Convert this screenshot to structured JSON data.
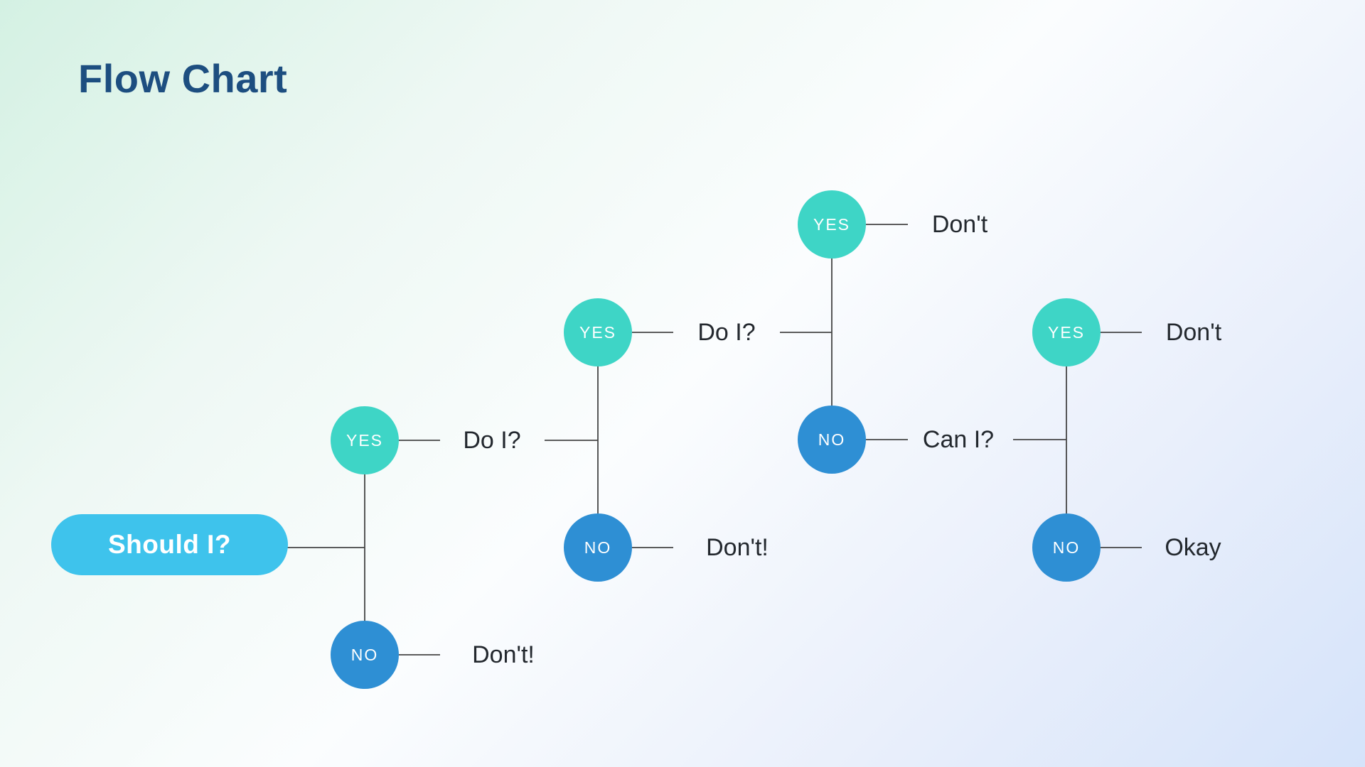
{
  "page": {
    "title": "Flow Chart"
  },
  "colors": {
    "title": "#1d4e80",
    "start-fill": "#3ec3ec",
    "yes-fill": "#3ed5c6",
    "no-fill": "#2e8fd4",
    "node-text": "#ffffff",
    "label-text": "#23282e",
    "connector": "#454545",
    "bg-top-left": "#d4f1e3",
    "bg-bottom-right": "#d5e3fa"
  },
  "flowchart": {
    "start": {
      "label": "Should I?"
    },
    "branches": [
      {
        "yes_label": "YES",
        "no_label": "NO",
        "yes_result": "Do I?",
        "no_result": "Don't!"
      },
      {
        "yes_label": "YES",
        "no_label": "NO",
        "yes_result": "Do I?",
        "no_result": "Don't!"
      },
      {
        "yes_label": "YES",
        "no_label": "NO",
        "yes_result": "Don't",
        "no_result": "Can I?"
      },
      {
        "yes_label": "YES",
        "no_label": "NO",
        "yes_result": "Don't",
        "no_result": "Okay"
      }
    ]
  }
}
